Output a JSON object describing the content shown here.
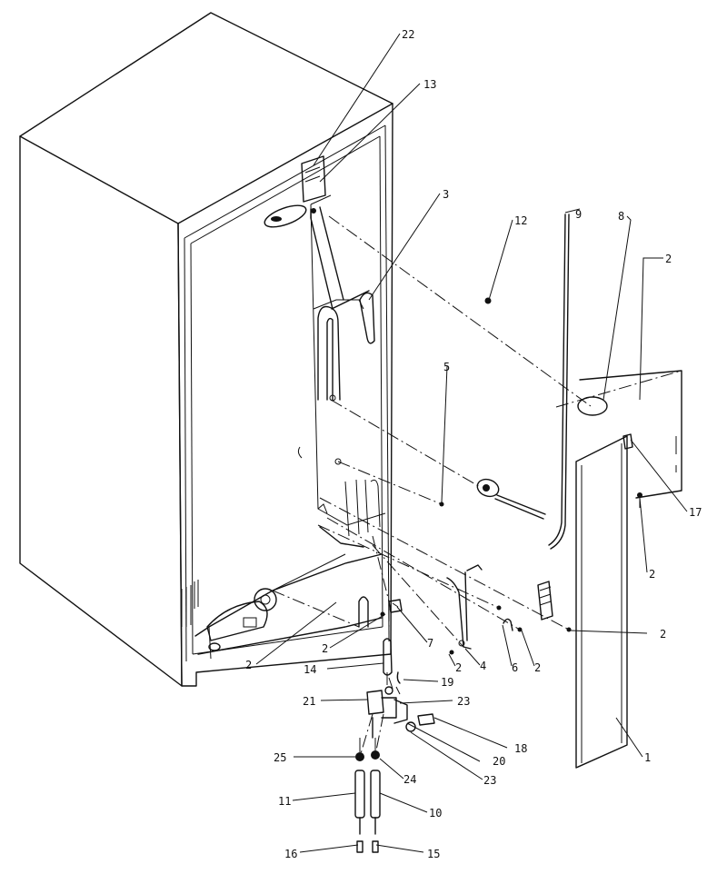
{
  "header": {
    "left_text": "",
    "right_text": ""
  },
  "callouts": [
    {
      "id": "c22",
      "text": "22"
    },
    {
      "id": "c13",
      "text": "13"
    },
    {
      "id": "c3",
      "text": "3"
    },
    {
      "id": "c12",
      "text": "12"
    },
    {
      "id": "c9",
      "text": "9"
    },
    {
      "id": "c8",
      "text": "8"
    },
    {
      "id": "c2a",
      "text": "2"
    },
    {
      "id": "c5",
      "text": "5"
    },
    {
      "id": "c17",
      "text": "17"
    },
    {
      "id": "c2b",
      "text": "2"
    },
    {
      "id": "c2c",
      "text": "2"
    },
    {
      "id": "c2d",
      "text": "2"
    },
    {
      "id": "c2e",
      "text": "2"
    },
    {
      "id": "c7",
      "text": "7"
    },
    {
      "id": "c2f",
      "text": "2"
    },
    {
      "id": "c4",
      "text": "4"
    },
    {
      "id": "c6",
      "text": "6"
    },
    {
      "id": "c2g",
      "text": "2"
    },
    {
      "id": "c14",
      "text": "14"
    },
    {
      "id": "c19",
      "text": "19"
    },
    {
      "id": "c21",
      "text": "21"
    },
    {
      "id": "c23a",
      "text": "23"
    },
    {
      "id": "c1",
      "text": "1"
    },
    {
      "id": "c18",
      "text": "18"
    },
    {
      "id": "c20",
      "text": "20"
    },
    {
      "id": "c25",
      "text": "25"
    },
    {
      "id": "c24",
      "text": "24"
    },
    {
      "id": "c23b",
      "text": "23"
    },
    {
      "id": "c11",
      "text": "11"
    },
    {
      "id": "c10",
      "text": "10"
    },
    {
      "id": "c16",
      "text": "16"
    },
    {
      "id": "c15",
      "text": "15"
    }
  ]
}
